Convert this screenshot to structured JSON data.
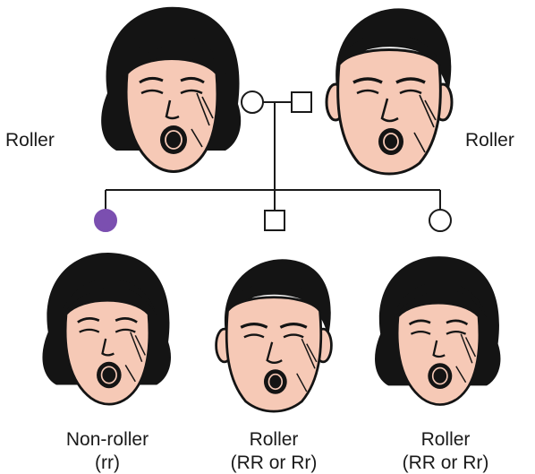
{
  "parents": {
    "mother_label": "Roller",
    "father_label": "Roller"
  },
  "children": [
    {
      "label": "Non-roller",
      "genotype": "(rr)",
      "sex": "female",
      "affected": true
    },
    {
      "label": "Roller",
      "genotype": "(RR or Rr)",
      "sex": "male",
      "affected": false
    },
    {
      "label": "Roller",
      "genotype": "(RR or Rr)",
      "sex": "female",
      "affected": false
    }
  ],
  "colors": {
    "affected_fill": "#7b4fb0",
    "skin": "#f6c9b6",
    "hair": "#141414",
    "line": "#1a1a1a"
  }
}
